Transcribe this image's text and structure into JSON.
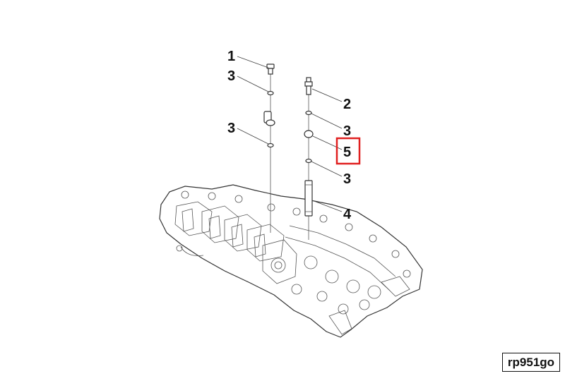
{
  "callouts": {
    "c1": "1",
    "c2": "2",
    "c3a": "3",
    "c3b": "3",
    "c3c": "3",
    "c3d": "3",
    "c4": "4",
    "c5": "5"
  },
  "highlight_color": "#e02020",
  "reference_code": "rp951go"
}
